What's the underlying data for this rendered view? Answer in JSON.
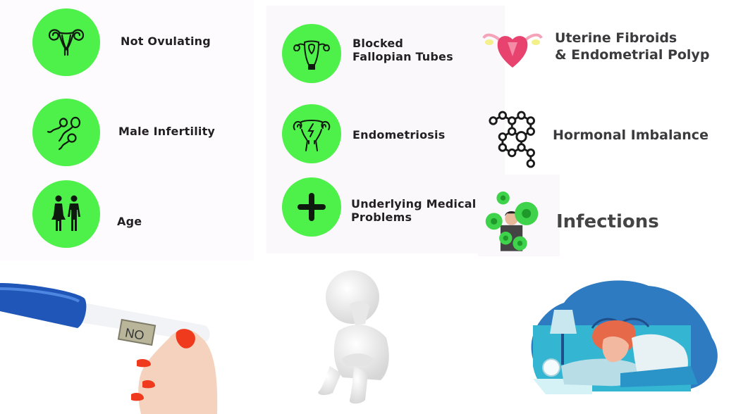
{
  "colors": {
    "icon_circle": "#4ef04a",
    "icon_stroke": "#0f1a0f",
    "label_text": "#231f24",
    "right_label_text": "#3b3b3d"
  },
  "left_column": {
    "items": [
      {
        "label": "Not Ovulating",
        "icon": "uterus-icon"
      },
      {
        "label": "Male Infertility",
        "icon": "sperm-icon"
      },
      {
        "label": "Age",
        "icon": "man-woman-icon"
      }
    ]
  },
  "middle_column": {
    "items": [
      {
        "label_line1": "Blocked",
        "label_line2": "Fallopian Tubes",
        "icon": "blocked-fallopian-tubes-icon"
      },
      {
        "label_line1": "Endometriosis",
        "label_line2": "",
        "icon": "endometriosis-uterus-icon"
      },
      {
        "label_line1": "Underlying Medical",
        "label_line2": "Problems",
        "icon": "plus-icon"
      }
    ]
  },
  "right_column": {
    "items": [
      {
        "label_line1": "Uterine Fibroids",
        "label_line2": "& Endometrial Polyp",
        "icon": "pink-uterus-icon"
      },
      {
        "label_line1": "Hormonal Imbalance",
        "label_line2": "",
        "icon": "hormone-molecule-icon"
      },
      {
        "label_line1": "Infections",
        "label_line2": "",
        "icon": "virus-person-icon"
      }
    ]
  },
  "bottom_images": {
    "pregnancy_test": {
      "display_text": "NO",
      "description": "hand holding pregnancy test"
    },
    "sad_figure": {
      "description": "sad 3D figure sitting with head in hand"
    },
    "sleepless_woman": {
      "description": "woman lying awake in bed"
    }
  }
}
